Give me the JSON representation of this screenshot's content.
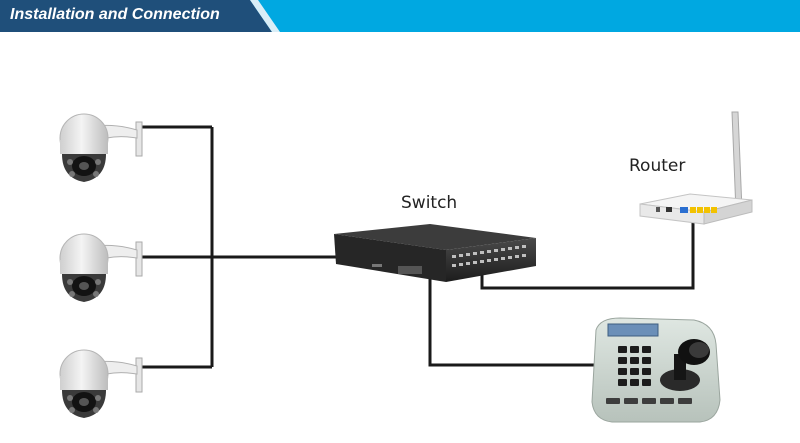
{
  "header": {
    "title": "Installation and Connection",
    "accent_color": "#00a8e1",
    "dark_color": "#1f4f7a"
  },
  "diagram": {
    "switch_label": "Switch",
    "router_label": "Router",
    "line_color": "#1a1a1a",
    "devices": [
      {
        "name": "camera-1",
        "icon": "ptz-dome-camera-icon"
      },
      {
        "name": "camera-2",
        "icon": "ptz-dome-camera-icon"
      },
      {
        "name": "camera-3",
        "icon": "ptz-dome-camera-icon"
      },
      {
        "name": "switch",
        "icon": "network-switch-icon"
      },
      {
        "name": "router",
        "icon": "wifi-router-icon"
      },
      {
        "name": "keyboard",
        "icon": "ptz-joystick-keyboard-icon"
      }
    ]
  }
}
